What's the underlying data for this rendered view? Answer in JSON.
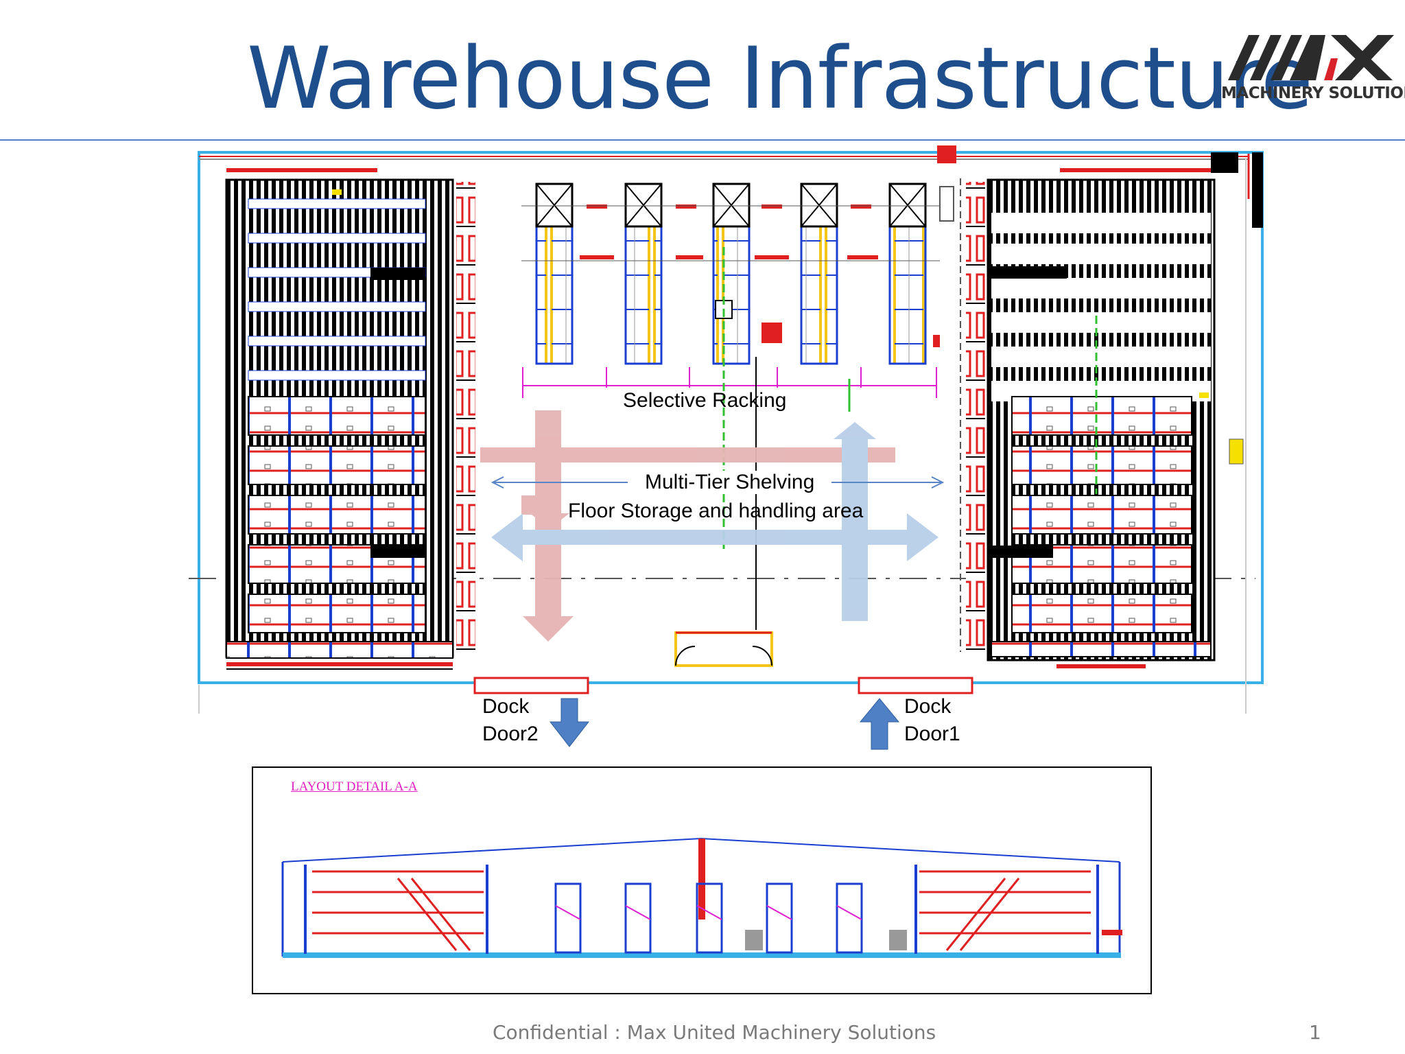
{
  "slide": {
    "title": "Warehouse Infrastructure",
    "logo_text": "MACHINERY SOLUTIONS",
    "footer": "Confidential : Max United Machinery Solutions",
    "page_number": "1"
  },
  "plan": {
    "labels": {
      "selective_racking": "Selective Racking",
      "multi_tier": "Multi-Tier Shelving",
      "floor_storage": "Floor Storage and handling area",
      "dock2_line1": "Dock",
      "dock2_line2": "Door2",
      "dock1_line1": "Dock",
      "dock1_line2": "Door1"
    },
    "colors": {
      "wall": "#3ab0e8",
      "rack_red": "#e02020",
      "rack_blue": "#1a3fd0",
      "racking_yellow": "#f5c518",
      "inbound_arrow": "#b8cfe8",
      "outbound_arrow": "#e6b4b4",
      "dock_arrow": "#4f7fc4",
      "magenta": "#e020d0",
      "title_blue": "#1f4e8c"
    }
  },
  "detail": {
    "title": "LAYOUT  DETAIL A-A"
  }
}
